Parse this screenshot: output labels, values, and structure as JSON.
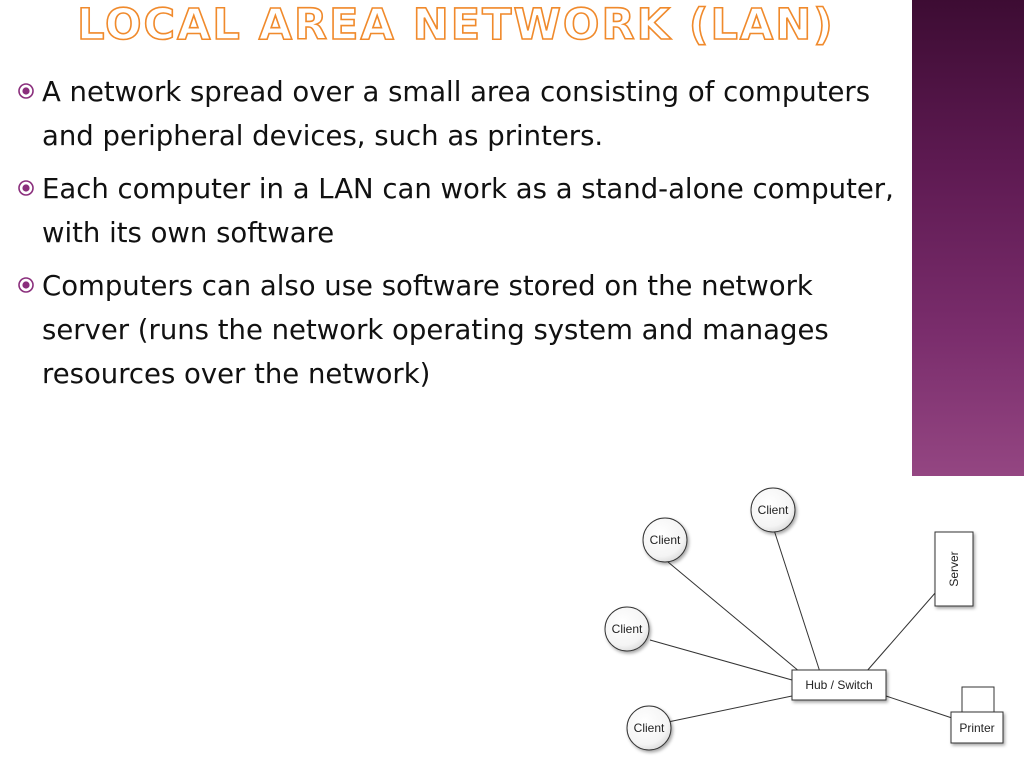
{
  "slide": {
    "title": "LOCAL AREA NETWORK (LAN)",
    "accent_color": "#f08a2c",
    "band_color": "#6a2460",
    "bullets": [
      {
        "icon": "circle-dot-bullet",
        "text": "A network spread over a small area consisting of computers and peripheral devices, such as printers."
      },
      {
        "icon": "circle-dot-bullet",
        "text": "Each computer in a LAN can work as a stand-alone computer, with its own software"
      },
      {
        "icon": "circle-dot-bullet",
        "text": "Computers can also use software stored on the network server (runs the network operating system and manages resources over the network)"
      }
    ]
  },
  "diagram": {
    "hub_label": "Hub / Switch",
    "clients": [
      "Client",
      "Client",
      "Client",
      "Client"
    ],
    "server_label": "Server",
    "printer_label": "Printer"
  }
}
